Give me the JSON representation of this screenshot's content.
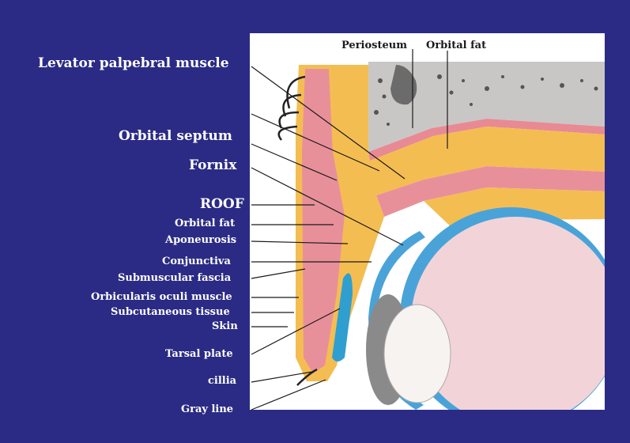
{
  "colors": {
    "background": "#2b2b85",
    "panel": "#ffffff",
    "fat": "#f4bd52",
    "muscle": "#e8909a",
    "bone": "#c9c7c5",
    "eye_blue": "#4aa3d8",
    "eye_body": "#f2d4d8",
    "leader_line": "#1a1a1a"
  },
  "labels": {
    "levator": "Levator palpebral muscle",
    "septum": "Orbital septum",
    "fornix": "Fornix",
    "roof": "ROOF",
    "orbital_fat_left": "Orbital fat",
    "aponeurosis": "Aponeurosis",
    "conjunctiva": "Conjunctiva",
    "submuscular": "Submuscular fascia",
    "orbicularis": "Orbicularis oculi muscle",
    "subcutaneous": "Subcutaneous tissue",
    "skin": "Skin",
    "tarsal": "Tarsal plate",
    "cillia": "cillia",
    "grayline": "Gray line",
    "periosteum": "Periosteum",
    "orbital_fat_top": "Orbital fat"
  }
}
